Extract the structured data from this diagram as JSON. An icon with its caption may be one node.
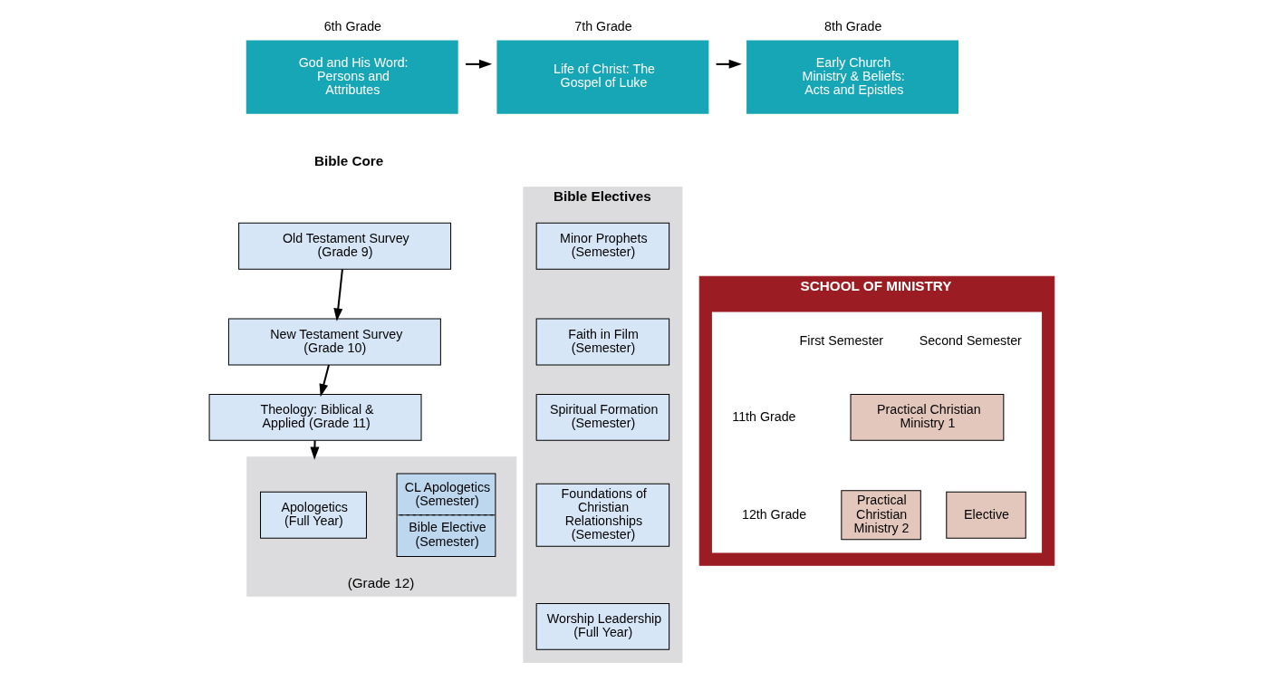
{
  "diagram": {
    "nodes": [
      {
        "text": [
          "6th Grade",
          "God and His Word: Persons and Attributes"
        ]
      },
      {
        "text": [
          "7th Grade",
          "Life of Christ: The Gospel of Luke"
        ]
      },
      {
        "text": [
          "8th Grade",
          "Early Church Ministry & Beliefs: Acts and Epistles"
        ]
      },
      {
        "text": [
          "Old Testament Survey (Grade 9)"
        ]
      },
      {
        "text": [
          "New Testament Survey (Grade 10)"
        ]
      },
      {
        "text": [
          "Theology: Biblical & Applied (Grade 11)"
        ]
      },
      {
        "text": [
          "(Grade 12)"
        ]
      },
      {
        "text": [
          "Apologetics (Full Year)"
        ],
        "in": 6
      },
      {
        "text": [
          "CL Apologetics (Semester)",
          "Bible Elective (Semester)"
        ],
        "in": 6
      },
      {
        "text": [
          "Bible Electives"
        ]
      },
      {
        "text": [
          "Minor Prophets (Semester)"
        ],
        "in": 9
      },
      {
        "text": [
          "Faith in Film (Semester)"
        ],
        "in": 9
      },
      {
        "text": [
          "Spiritual Formation (Semester)"
        ],
        "in": 9
      },
      {
        "text": [
          "Foundations of Christian Relationships (Semester)"
        ],
        "in": 9
      },
      {
        "text": [
          "Worship Leadership (Full Year)"
        ],
        "in": 9
      },
      {
        "text": [
          "SCHOOL OF MINISTRY"
        ]
      },
      {
        "text": [],
        "shape": "box",
        "in": 15
      },
      {
        "text": [
          "Practical Christian Ministry 1"
        ],
        "in": 16
      },
      {
        "text": [
          "Practical Christian Ministry 2"
        ],
        "in": 16
      },
      {
        "text": [
          "Elective"
        ],
        "in": 16
      }
    ],
    "edges": [
      {
        "from": 0,
        "to": 1,
        "arrow": "to"
      },
      {
        "from": 1,
        "to": 2,
        "arrow": "to"
      },
      {
        "from": 3,
        "to": 4,
        "arrow": "to"
      },
      {
        "from": 4,
        "to": 5,
        "arrow": "to"
      },
      {
        "from": 5,
        "to": 6,
        "arrow": "to"
      }
    ],
    "labels": [
      "Bible Core",
      "First Semester",
      "Second Semester",
      "11th Grade",
      "12th Grade"
    ]
  }
}
